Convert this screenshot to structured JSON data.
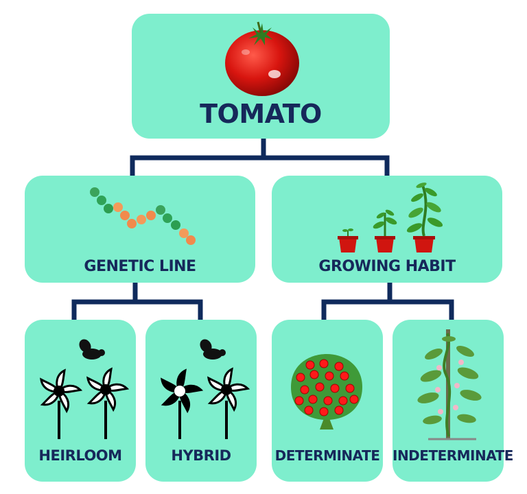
{
  "diagram": {
    "root": {
      "label": "TOMATO",
      "icon": "tomato-icon"
    },
    "categories": [
      {
        "label": "GENETIC LINE",
        "icon": "dna-strand-icon",
        "children": [
          {
            "label": "HEIRLOOM",
            "icon": "open-pollinated-flowers-icon"
          },
          {
            "label": "HYBRID",
            "icon": "cross-pollinated-flowers-icon"
          }
        ]
      },
      {
        "label": "GROWING HABIT",
        "icon": "plant-growth-stages-icon",
        "children": [
          {
            "label": "DETERMINATE",
            "icon": "bush-tomato-plant-icon"
          },
          {
            "label": "INDETERMINATE",
            "icon": "vine-tomato-plant-icon"
          }
        ]
      }
    ],
    "colors": {
      "box": "#7eeecd",
      "text": "#16285a",
      "connector": "#0f2a5c"
    }
  }
}
